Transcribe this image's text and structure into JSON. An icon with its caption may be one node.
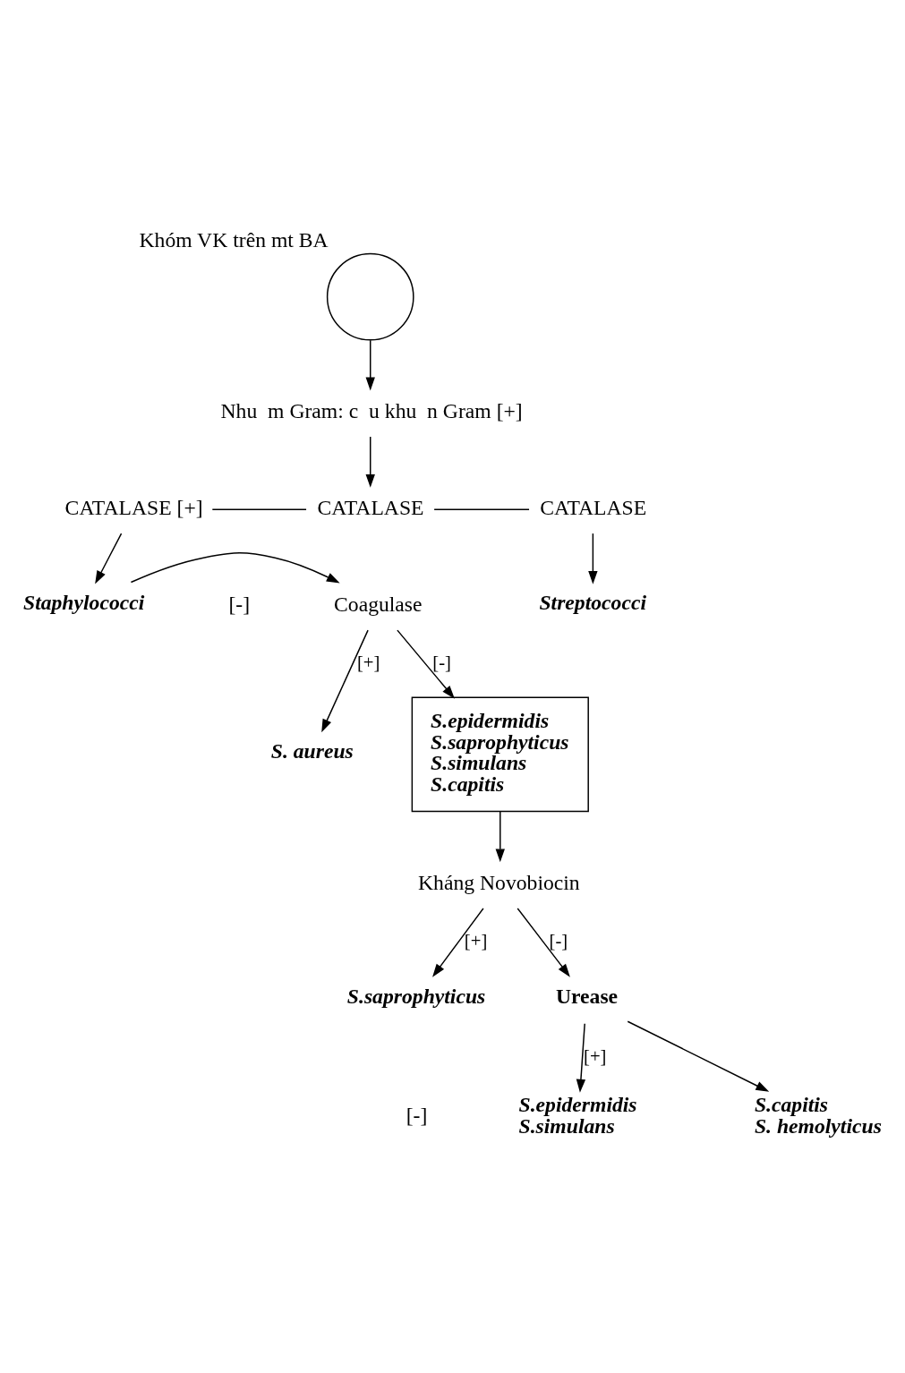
{
  "diagram": {
    "nodes": [
      {
        "text": [],
        "shape": "circle",
        "beside": [
          "Khóm VK trên mt BA"
        ]
      },
      {
        "text": [
          "Nhu  m Gram: c  u khu  n Gram [+]"
        ]
      },
      {
        "text": [
          "CATALASE [+]"
        ]
      },
      {
        "text": [
          "CATALASE"
        ]
      },
      {
        "text": [
          "CATALASE"
        ]
      },
      {
        "text": [
          "Staphylococci"
        ]
      },
      {
        "text": [
          "Coagulase"
        ]
      },
      {
        "text": [
          "Streptococci"
        ]
      },
      {
        "text": [
          "S. aureus"
        ]
      },
      {
        "text": [
          "S.epidermidis",
          "S.saprophyticus",
          "S.simulans",
          "S.capitis"
        ]
      },
      {
        "text": [
          "Kháng Novobiocin"
        ]
      },
      {
        "text": [
          "S.saprophyticus"
        ]
      },
      {
        "text": [
          "Urease"
        ]
      },
      {
        "text": [
          "S.epidermidis",
          "S.simulans"
        ]
      },
      {
        "text": [
          "S.capitis",
          "S. hemolyticus"
        ]
      }
    ],
    "edges": [
      {
        "from": 0,
        "to": 1,
        "arrow": "to"
      },
      {
        "from": 1,
        "to": 3,
        "arrow": "to"
      },
      {
        "from": 2,
        "to": 3,
        "arrow": "none"
      },
      {
        "from": 3,
        "to": 4,
        "arrow": "none"
      },
      {
        "from": 2,
        "to": 5,
        "arrow": "to"
      },
      {
        "from": 4,
        "to": 7,
        "arrow": "to"
      },
      {
        "from": 5,
        "to": 6,
        "arrow": "to"
      },
      {
        "from": 6,
        "to": 8,
        "arrow": "to",
        "label": "[+]"
      },
      {
        "from": 6,
        "to": 9,
        "arrow": "to",
        "label": "[-]"
      },
      {
        "from": 9,
        "to": 10,
        "arrow": "to"
      },
      {
        "from": 10,
        "to": 11,
        "arrow": "to",
        "label": "[+]"
      },
      {
        "from": 10,
        "to": 12,
        "arrow": "to",
        "label": "[-]"
      },
      {
        "from": 12,
        "to": 13,
        "arrow": "to",
        "label": "[+]"
      },
      {
        "from": 12,
        "to": 14,
        "arrow": "to"
      }
    ],
    "labels": [
      "[-]",
      "[-]"
    ]
  }
}
